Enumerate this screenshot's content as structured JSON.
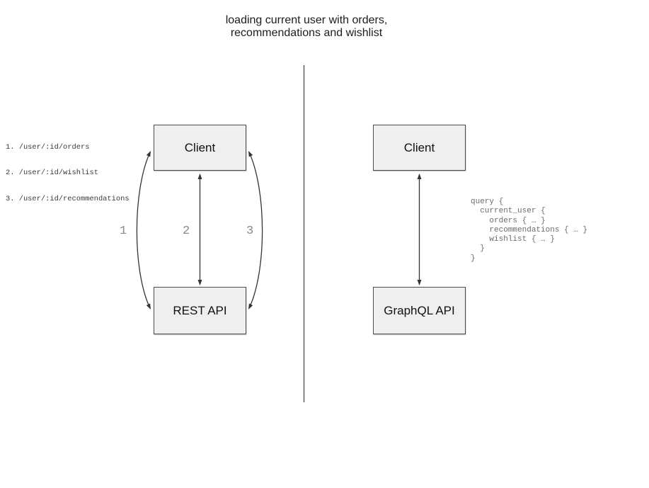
{
  "title": "loading current user with orders,\nrecommendations and wishlist",
  "colors": {
    "background": "#ffffff",
    "box_fill": "#efefef",
    "box_border": "#4b4b4b",
    "arrow": "#333333",
    "divider": "#565656",
    "muted_label": "#8a8a8a",
    "code_text": "#6b6b6b"
  },
  "left_panel": {
    "client_label": "Client",
    "api_label": "REST API",
    "endpoints": [
      "1. /user/:id/orders",
      "2. /user/:id/wishlist",
      "3. /user/:id/recommendations"
    ],
    "arrow_labels": [
      "1",
      "2",
      "3"
    ]
  },
  "right_panel": {
    "client_label": "Client",
    "api_label": "GraphQL API",
    "query": "query {\n  current_user {\n    orders { … }\n    recommendations { … }\n    wishlist { … }\n  }\n}"
  }
}
